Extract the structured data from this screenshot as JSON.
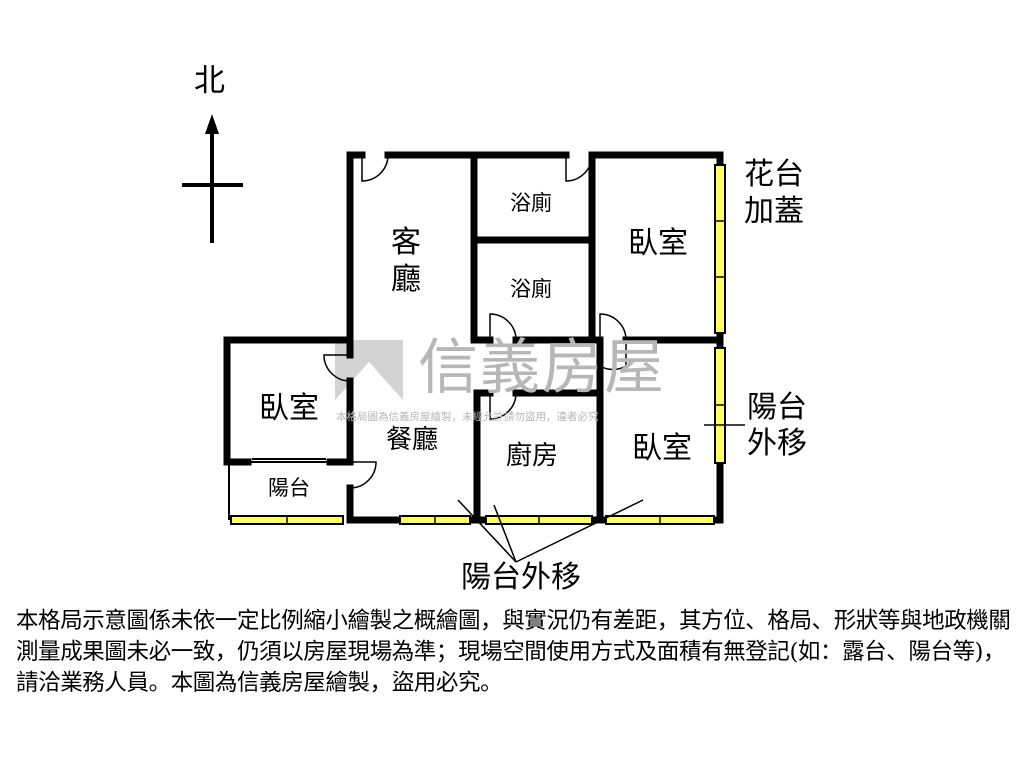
{
  "compass": {
    "label": "北"
  },
  "rooms": {
    "living": {
      "line1": "客",
      "line2": "廳"
    },
    "bath_upper": "浴廁",
    "bath_lower": "浴廁",
    "bedroom_ne": "臥室",
    "bedroom_w": "臥室",
    "bedroom_se": "臥室",
    "dining": "餐廳",
    "kitchen": "廚房",
    "balcony": "陽台"
  },
  "annotations": {
    "flower_bed": {
      "line1": "花台",
      "line2": "加蓋"
    },
    "balcony_east": {
      "line1": "陽台",
      "line2": "外移"
    },
    "balcony_south": "陽台外移"
  },
  "watermark": {
    "brand": "信義房屋",
    "notice": "本格局圖為信義房屋繪製，未經允許請勿盜用，違者必究"
  },
  "disclaimer": "本格局示意圖係未依一定比例縮小繪製之概繪圖，與實況仍有差距，其方位、格局、形狀等與地政機關測量成果圖未必一致，仍須以房屋現場為準；現場空間使用方式及面積有無登記(如：露台、陽台等)，請洽業務人員。本圖為信義房屋繪製，盜用必究。",
  "colors": {
    "wall": "#000000",
    "window": "#ffff66",
    "watermark": "#b7b7b7"
  }
}
